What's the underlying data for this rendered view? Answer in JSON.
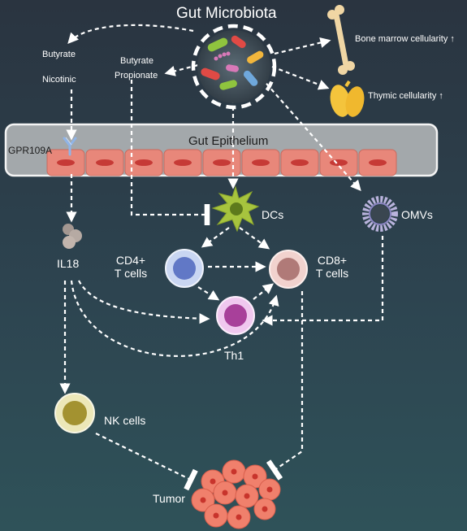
{
  "title": "Gut Microbiota",
  "epithelium": "Gut Epithelium",
  "receptor": "GPR109A",
  "metabolites_left": [
    "Butyrate",
    "Nicotinic"
  ],
  "metabolites_center": [
    "Butyrate",
    "Propionate"
  ],
  "effects": {
    "bone_marrow": "Bone marrow cellularity ↑",
    "thymus": "Thymic cellularity ↑"
  },
  "cells": {
    "dcs": "DCs",
    "omvs": "OMVs",
    "il18": "IL18",
    "cd4": [
      "CD4+",
      "T cells"
    ],
    "cd8": [
      "CD8+",
      "T cells"
    ],
    "th1": "Th1",
    "nk": "NK cells",
    "tumor": "Tumor"
  },
  "colors": {
    "background_top": "#2a3440",
    "background_bottom": "#2f5259",
    "arrow": "#ffffff",
    "epithelial_cell": "#e8877a",
    "nucleus": "#c63a36",
    "cd4_cell": "#8fa6e0",
    "cd8_cell": "#e2aaa5",
    "th1_cell": "#de95dc",
    "nk_cell": "#d8cf7e",
    "dc_cell": "#a7c43e",
    "omv": "#9a93c9",
    "tumor": "#f0806c"
  }
}
